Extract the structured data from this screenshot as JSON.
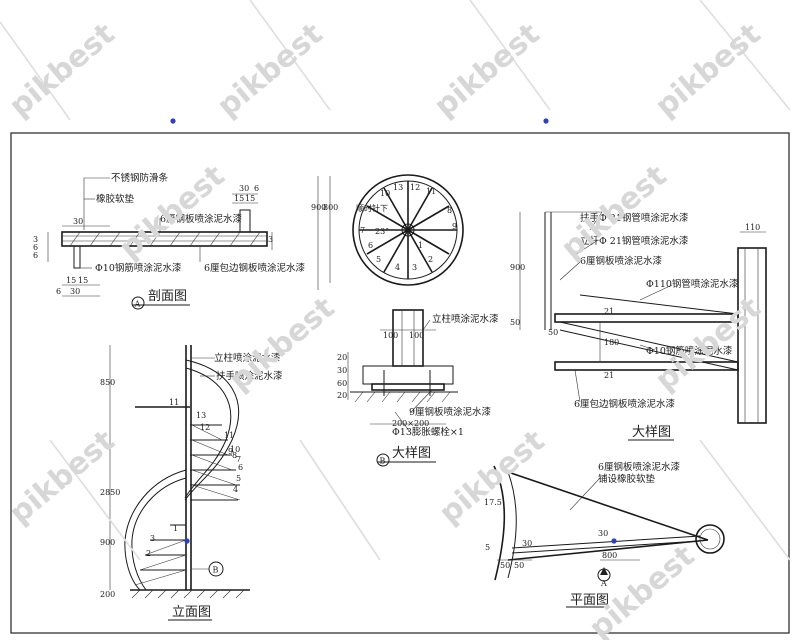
{
  "watermark": {
    "text": "pikbest"
  },
  "section_view": {
    "title": "剖面图",
    "circle_label": "A",
    "callouts": [
      "不锈钢防滑条",
      "橡胶软垫",
      "6厘钢板喷涂泥水漆",
      "Φ10钢筋喷涂泥水漆",
      "6厘包边钢板喷涂泥水漆"
    ],
    "dims": [
      "30",
      "6",
      "15",
      "15",
      "30",
      "3",
      "6",
      "6",
      "3",
      "15",
      "15",
      "30",
      "6"
    ]
  },
  "plan_circle": {
    "numbers": [
      "1",
      "2",
      "3",
      "4",
      "5",
      "6",
      "7",
      "8",
      "9",
      "10",
      "11",
      "12",
      "13"
    ],
    "labels": [
      "顺时针下",
      "23°"
    ],
    "dims": [
      "900",
      "800"
    ]
  },
  "detail_b": {
    "title": "大样图",
    "circle_label": "B",
    "callouts": [
      "立柱喷涂泥水漆",
      "9厘钢板喷涂泥水漆",
      "Φ13膨胀螺栓×1"
    ],
    "dims": [
      "100",
      "100",
      "200×200",
      "20",
      "30",
      "60",
      "20"
    ]
  },
  "elevation": {
    "title": "立面图",
    "circle_label": "B",
    "step_numbers": [
      "1",
      "2",
      "3",
      "4",
      "5",
      "6",
      "7",
      "8",
      "9",
      "10",
      "11",
      "12",
      "13",
      "11"
    ],
    "callouts": [
      "立柱喷涂泥水漆",
      "扶手喷涂泥水漆"
    ],
    "dims": [
      "850",
      "2850",
      "900",
      "200"
    ]
  },
  "detail_large": {
    "title": "大样图",
    "callouts": [
      "扶手Φ 21钢管喷涂泥水漆",
      "立杆Φ 21钢管喷涂泥水漆",
      "6厘钢板喷涂泥水漆",
      "Φ110钢管喷涂泥水漆",
      "Φ10钢筋喷涂泥水漆",
      "6厘包边钢板喷涂泥水漆"
    ],
    "dims": [
      "900",
      "50",
      "50",
      "110",
      "21",
      "180",
      "21"
    ]
  },
  "plan_view": {
    "title": "平面图",
    "circle_label": "A",
    "callouts": [
      "6厘钢板喷涂泥水漆",
      "铺设橡胶软垫"
    ],
    "dims": [
      "17.5",
      "5",
      "30",
      "30",
      "800",
      "50",
      "50"
    ]
  }
}
